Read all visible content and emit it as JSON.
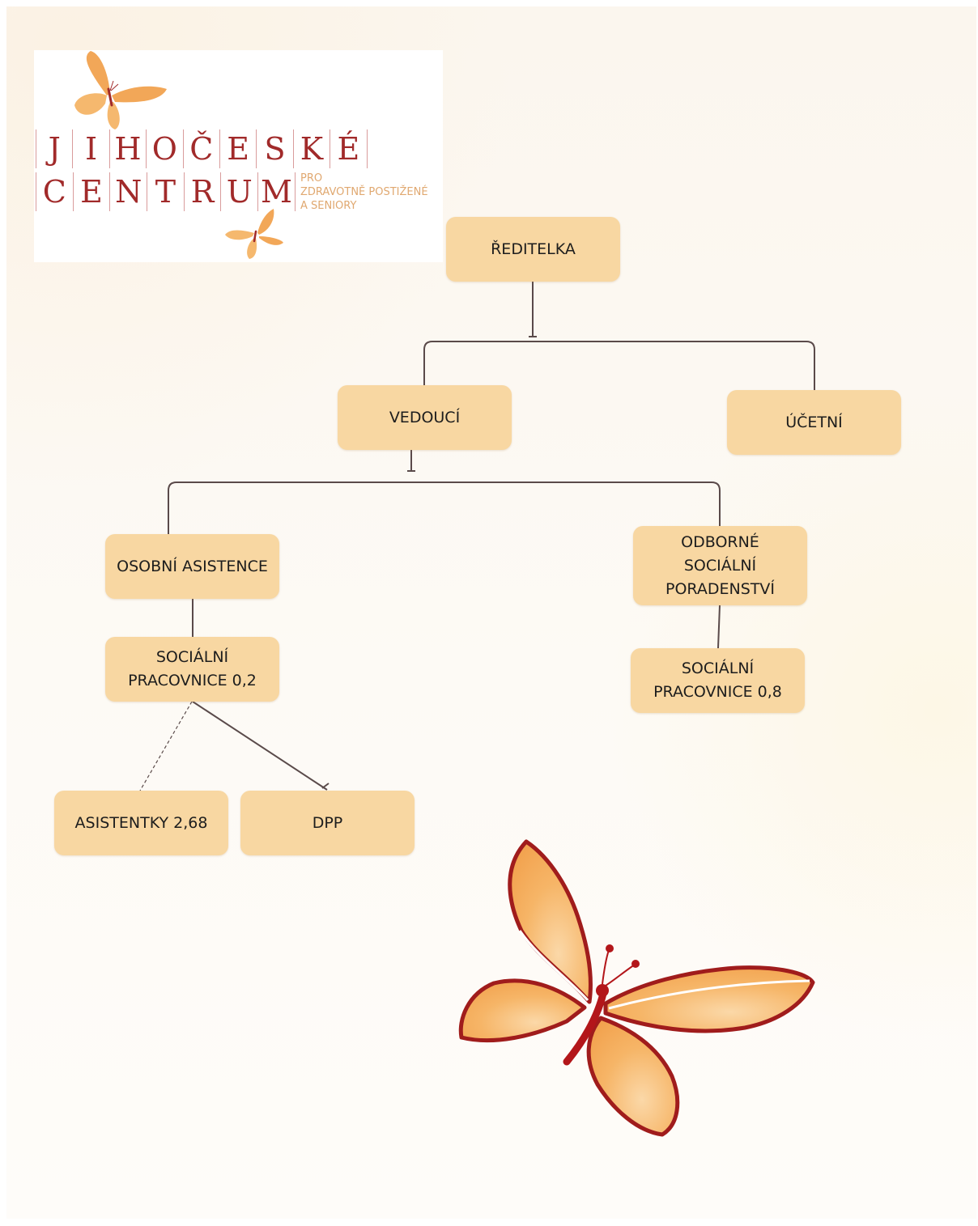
{
  "logo": {
    "line1": [
      "J",
      "I",
      "H",
      "O",
      "Č",
      "E",
      "S",
      "K",
      "É"
    ],
    "line2": [
      "C",
      "E",
      "N",
      "T",
      "R",
      "U",
      "M"
    ],
    "tagline": [
      "PRO",
      "ZDRAVOTNĚ POSTIŽENÉ",
      "A SENIORY"
    ],
    "colors": {
      "dark_red": "#a12a2a",
      "orange": "#f2a758",
      "tagline": "#e0a870"
    }
  },
  "org_chart": {
    "node_color": "#f8d7a2",
    "connector_color": "#5a4a4a",
    "nodes": {
      "reditelka": "ŘEDITELKA",
      "vedouci": "VEDOUCÍ",
      "ucetni": "ÚČETNÍ",
      "osobni_asistence": "OSOBNÍ ASISTENCE",
      "odborne_poradenstvi": [
        "ODBORNÉ",
        "SOCIÁLNÍ",
        "PORADENSTVÍ"
      ],
      "socialni_pracovnice_02": [
        "SOCIÁLNÍ",
        "PRACOVNICE 0,2"
      ],
      "socialni_pracovnice_08": [
        "SOCIÁLNÍ",
        "PRACOVNICE 0,8"
      ],
      "asistentky": "ASISTENTKY 2,68",
      "dpp": "DPP"
    }
  },
  "decoration": {
    "butterfly": {
      "wing_color": "#f5b063",
      "outline_color": "#a01c1c"
    }
  }
}
